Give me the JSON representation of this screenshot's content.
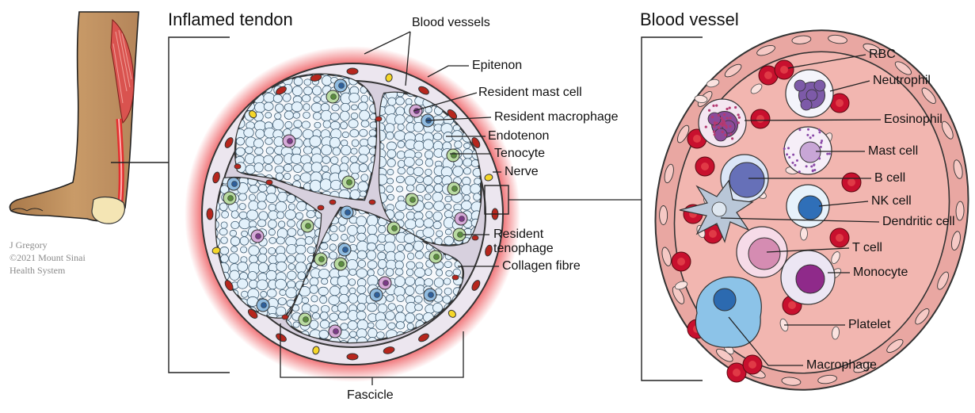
{
  "titles": {
    "inflamed_tendon": "Inflamed tendon",
    "blood_vessel": "Blood vessel"
  },
  "credit": {
    "author": "J Gregory",
    "line2": "©2021 Mount Sinai",
    "line3": "Health System"
  },
  "tendon_labels": {
    "blood_vessels": "Blood vessels",
    "epitenon": "Epitenon",
    "resident_mast_cell": "Resident mast cell",
    "resident_macrophage": "Resident macrophage",
    "endotenon": "Endotenon",
    "tenocyte": "Tenocyte",
    "nerve": "Nerve",
    "resident_tenophage_1": "Resident",
    "resident_tenophage_2": "tenophage",
    "collagen_fibre": "Collagen fibre",
    "fascicle": "Fascicle"
  },
  "vessel_labels": {
    "rbc": "RBC",
    "neutrophil": "Neutrophil",
    "eosinophil": "Eosinophil",
    "mast_cell": "Mast cell",
    "b_cell": "B cell",
    "nk_cell": "NK cell",
    "dendritic_cell": "Dendritic cell",
    "t_cell": "T cell",
    "monocyte": "Monocyte",
    "platelet": "Platelet",
    "macrophage": "Macrophage"
  },
  "colors": {
    "inflammation_glow": "#e8242a",
    "epitenon_fill": "#ece6ef",
    "endotenon_fill": "#d7d0de",
    "fibre_fill": "#e3f1fb",
    "fibre_stroke": "#3d5a70",
    "vessel_wall": "#e9a7a2",
    "plasma": "#f2b6b0",
    "rbc": "#c8102e",
    "skin": "#c0915f"
  }
}
